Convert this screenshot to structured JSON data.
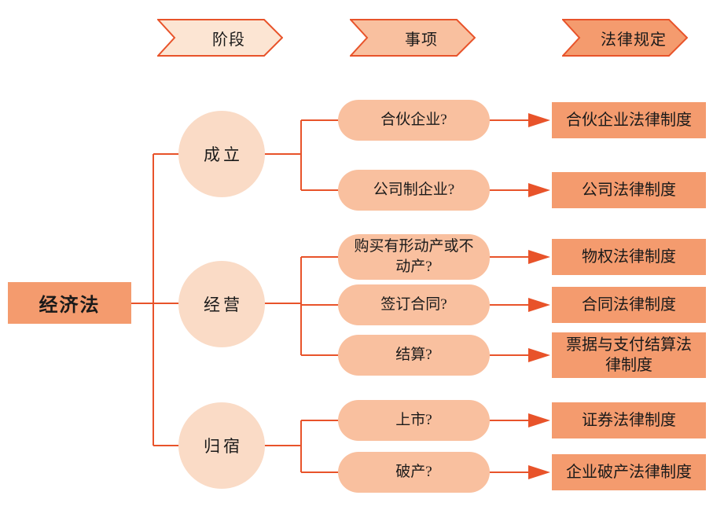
{
  "header": {
    "columns": [
      {
        "label": "阶段"
      },
      {
        "label": "事项"
      },
      {
        "label": "法律规定"
      }
    ]
  },
  "root_label": "经济法",
  "stages": [
    {
      "label": "成立"
    },
    {
      "label": "经营"
    },
    {
      "label": "归宿"
    }
  ],
  "rows": [
    {
      "question": "合伙企业?",
      "law": "合伙企业法律制度"
    },
    {
      "question": "公司制企业?",
      "law": "公司法律制度"
    },
    {
      "question": "购买有形动产或不动产?",
      "law": "物权法律制度"
    },
    {
      "question": "签订合同?",
      "law": "合同法律制度"
    },
    {
      "question": "结算?",
      "law": "票据与支付结算法律制度"
    },
    {
      "question": "上市?",
      "law": "证券法律制度"
    },
    {
      "question": "破产?",
      "law": "企业破产法律制度"
    }
  ],
  "colors": {
    "line": "#E8532A",
    "banner_stage": "#FCE5D3",
    "banner_matter": "#F9C09F",
    "banner_law": "#F49B6E",
    "circle": "#FADBC6",
    "pill": "#F9C09F",
    "law_box": "#F49B6E",
    "root_box": "#F49B6E",
    "text": "#1A1A1A"
  }
}
